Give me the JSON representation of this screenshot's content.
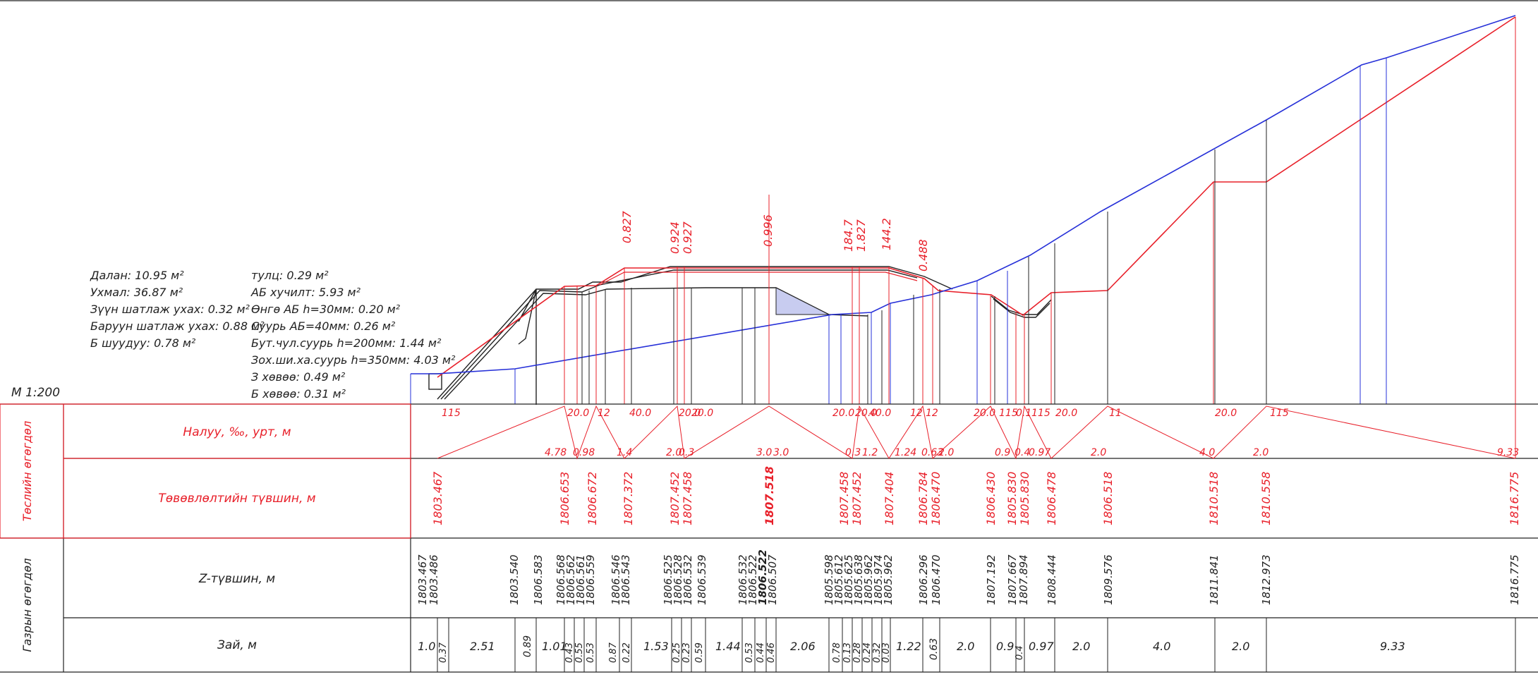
{
  "scale_label": "M 1:200",
  "areas": {
    "left": [
      "Далан: 10.95 м²",
      "Ухмал: 36.87 м²",
      "Зүүн шатлаж ухах: 0.32 м²",
      "Баруун шатлаж ухах: 0.88 м²",
      "Б шуудуу: 0.78 м²"
    ],
    "right": [
      "тулц: 0.29 м²",
      "АБ хучилт: 5.93 м²",
      "Өнгө АБ h=30мм: 0.20 м²",
      "Суурь АБ=40мм: 0.26 м²",
      "Бут.чул.суурь h=200мм: 1.44 м²",
      "Зох.ши.ха.суурь h=350мм: 4.03 м²",
      "З хөвөө: 0.49 м²",
      "Б хөвөө: 0.31 м²"
    ]
  },
  "section_labels": {
    "design": "Төслийн өгөгдөл",
    "ground": "Газрын өгөгдөл"
  },
  "row_labels": {
    "slope": "Налуу, ‰, урт, м",
    "design_level": "Төвөвлөлтийн түвшин, м",
    "ground_level": "Z-түвшин, м",
    "distance": "Зай, м"
  },
  "top_values": [
    "0.827",
    "0.924",
    "0.927",
    "0.996",
    "184.7",
    "1.827",
    "144.2",
    "0.488"
  ],
  "slopes": {
    "top": [
      "115",
      "20.0",
      "12",
      "40.0",
      "20.0",
      "20.0",
      "20.0",
      "20.0",
      "40.0",
      "12",
      "12",
      "20.0",
      "115",
      "0.1",
      "115",
      "20.0",
      "11",
      "20.0",
      "115"
    ],
    "bottom": [
      "4.78",
      "0.98",
      "1.4",
      "2.0",
      "0.3",
      "3.0",
      "3.0",
      "0.3",
      "1.2",
      "1.24",
      "0.63",
      "2.0",
      "0.9",
      "0.4",
      "0.97",
      "2.0",
      "4.0",
      "2.0",
      "9.33"
    ]
  },
  "design_levels": [
    "1803.467",
    "1806.653",
    "1806.672",
    "1807.372",
    "1807.452",
    "1807.458",
    "1807.518",
    "1807.458",
    "1807.452",
    "1807.404",
    "1806.784",
    "1806.470",
    "1806.430",
    "1805.830",
    "1805.830",
    "1806.478",
    "1806.518",
    "1810.518",
    "1810.558",
    "1816.775"
  ],
  "ground_levels": [
    "1803.467",
    "1803.486",
    "1803.540",
    "1806.583",
    "1806.568",
    "1806.562",
    "1806.561",
    "1806.559",
    "1806.546",
    "1806.543",
    "1806.525",
    "1806.528",
    "1806.532",
    "1806.539",
    "1806.532",
    "1806.522",
    "1806.522",
    "1806.507",
    "1805.598",
    "1805.612",
    "1805.625",
    "1805.638",
    "1805.962",
    "1805.974",
    "1805.962",
    "1806.296",
    "1806.470",
    "1807.192",
    "1807.667",
    "1807.894",
    "1808.444",
    "1809.576",
    "1811.841",
    "1812.973",
    "1816.775"
  ],
  "distances": [
    "1.0",
    "0.37",
    "2.51",
    "0.89",
    "1.01",
    "0.43",
    "0.55",
    "0.53",
    "0.87",
    "0.22",
    "1.53",
    "0.25",
    "0.23",
    "0.59",
    "1.44",
    "0.53",
    "0.44",
    "0.46",
    "2.06",
    "0.78",
    "0.13",
    "0.28",
    "0.24",
    "0.32",
    "0.03",
    "1.22",
    "0.63",
    "2.0",
    "0.9",
    "0.4",
    "0.97",
    "2.0",
    "4.0",
    "2.0",
    "9.33"
  ],
  "colors": {
    "design": "#e8202a",
    "ground": "#2630d8",
    "structure": "#222222",
    "fill": "#c8ccf0"
  },
  "icons": [
    "cross-section-drawing"
  ]
}
